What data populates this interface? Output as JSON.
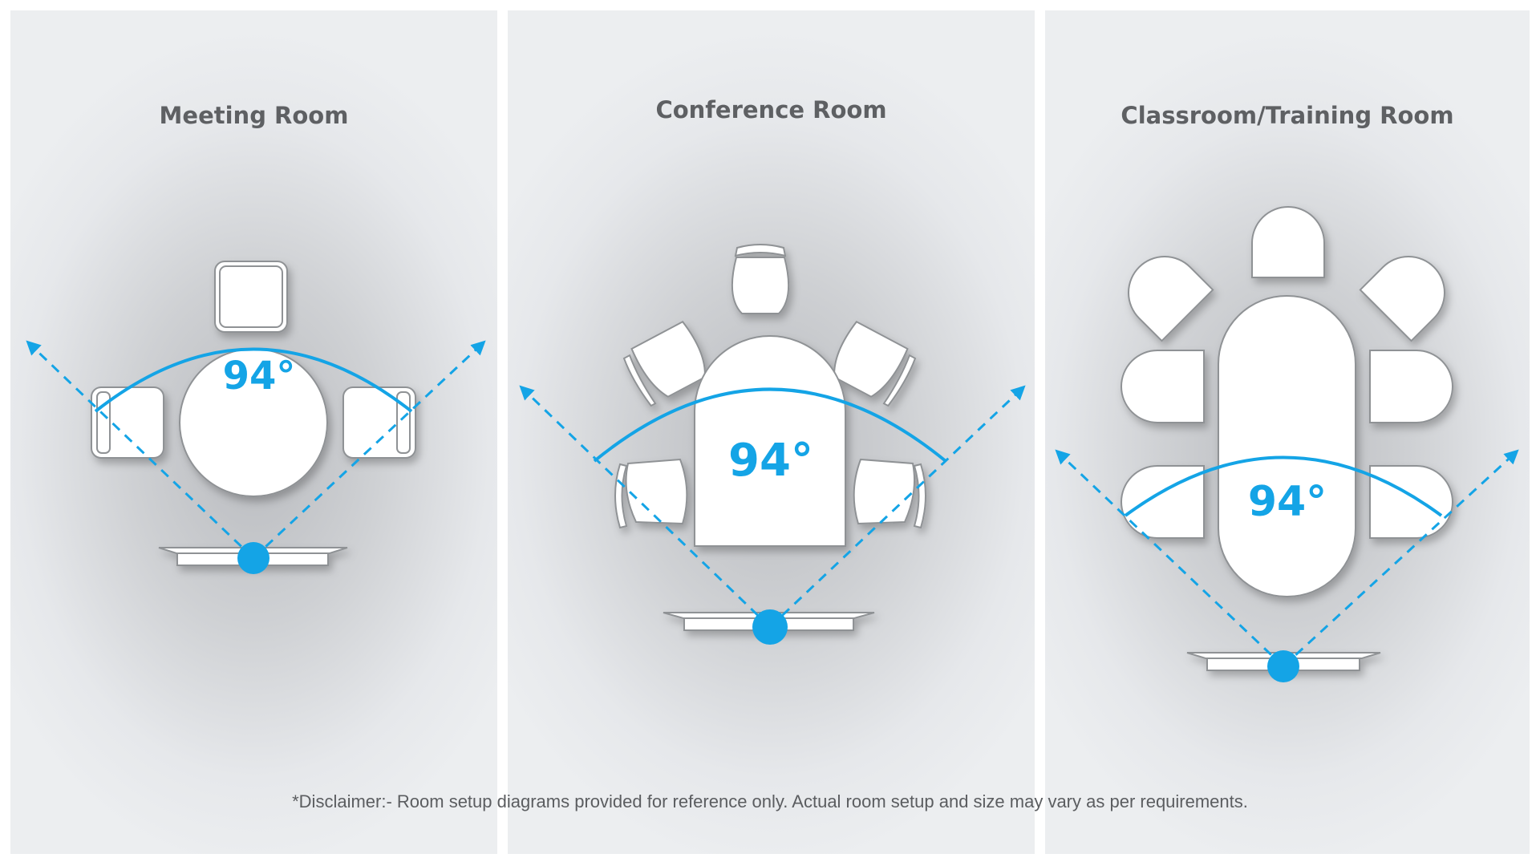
{
  "panels": [
    {
      "title": "Meeting Room",
      "angle": "94°"
    },
    {
      "title": "Conference Room",
      "angle": "94°"
    },
    {
      "title": "Classroom/Training Room",
      "angle": "94°"
    }
  ],
  "disclaimer": "*Disclaimer:- Room setup diagrams provided for reference only. Actual room setup and size may vary as per requirements.",
  "colors": {
    "accent": "#14a4e6",
    "furniture": "#ffffff",
    "outline": "#8f9295",
    "panel": "#e6e8eb"
  },
  "icons": {
    "camera": "camera-device-icon",
    "fov": "field-of-view-arc-icon"
  }
}
